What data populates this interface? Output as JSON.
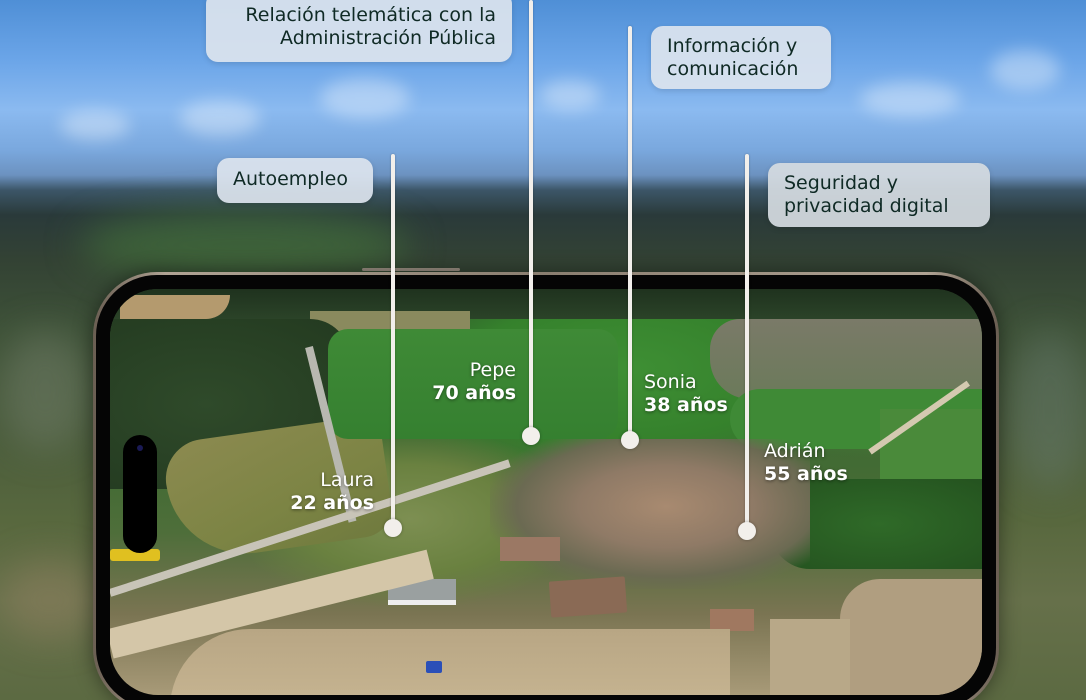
{
  "categories": [
    {
      "id": "relacion-telematica",
      "lines": [
        "Relación telemática con la",
        "Administración Pública"
      ]
    },
    {
      "id": "informacion-comunicacion",
      "lines": [
        "Información y",
        "comunicación"
      ]
    },
    {
      "id": "autoempleo",
      "lines": [
        "Autoempleo"
      ]
    },
    {
      "id": "seguridad-privacidad",
      "lines": [
        "Seguridad y",
        "privacidad digital"
      ]
    }
  ],
  "people": [
    {
      "name": "Laura",
      "age": "22 años"
    },
    {
      "name": "Pepe",
      "age": "70 años"
    },
    {
      "name": "Sonia",
      "age": "38 años"
    },
    {
      "name": "Adrián",
      "age": "55 años"
    }
  ],
  "colors": {
    "chip_background": "#dce4ee",
    "chip_text": "#0f2a25",
    "pointer": "#f2efeb",
    "person_text": "#ffffff"
  }
}
